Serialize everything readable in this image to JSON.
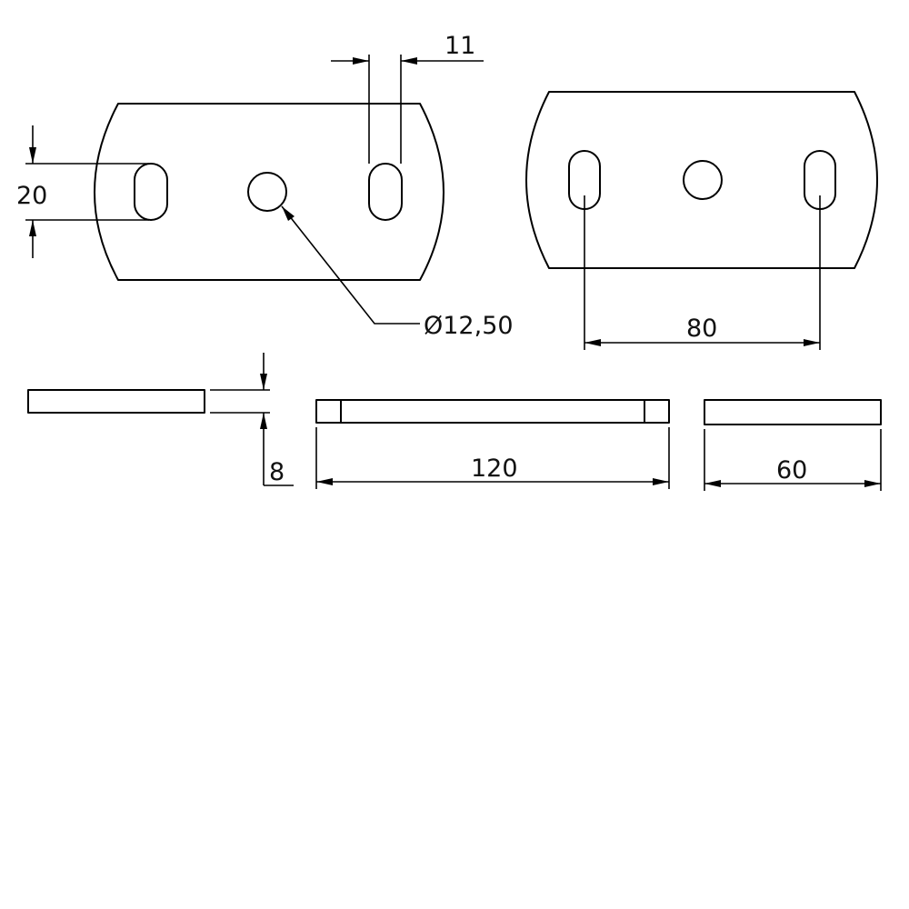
{
  "dimensions": {
    "slot_width": "11",
    "slot_length": "20",
    "hole_diameter": "Ø12,50",
    "slot_spacing": "80",
    "thickness": "8",
    "length": "120",
    "width": "60"
  }
}
